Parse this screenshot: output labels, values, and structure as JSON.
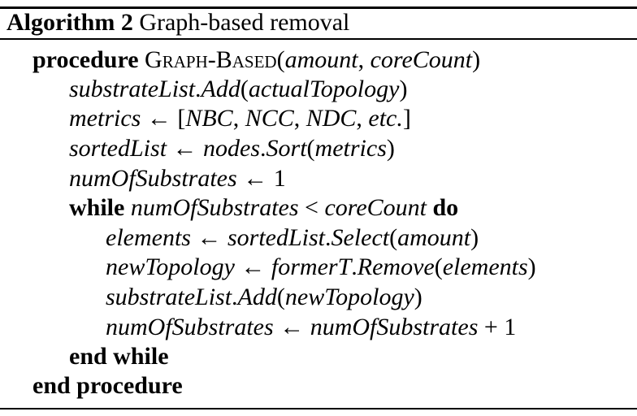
{
  "caption": {
    "label": "Algorithm 2",
    "title": "Graph-based removal"
  },
  "lines": [
    {
      "indent": 0,
      "kw": "procedure",
      "text": "Graph-Based(amount, coreCount)"
    },
    {
      "indent": 1,
      "text": "substrateList.Add(actualTopology)"
    },
    {
      "indent": 1,
      "text": "metrics ← [NBC, NCC, NDC, etc.]"
    },
    {
      "indent": 1,
      "text": "sortedList ← nodes.Sort(metrics)"
    },
    {
      "indent": 1,
      "text": "numOfSubstrates ← 1"
    },
    {
      "indent": 1,
      "kw": "while",
      "text": "numOfSubstrates < coreCount",
      "kw_end": "do"
    },
    {
      "indent": 2,
      "text": "elements ← sortedList.Select(amount)"
    },
    {
      "indent": 2,
      "text": "newTopology ← formerT.Remove(elements)"
    },
    {
      "indent": 2,
      "text": "substrateList.Add(newTopology)"
    },
    {
      "indent": 2,
      "text": "numOfSubstrates ← numOfSubstrates + 1"
    },
    {
      "indent": 1,
      "kw": "end while"
    },
    {
      "indent": 0,
      "kw": "end procedure"
    }
  ]
}
